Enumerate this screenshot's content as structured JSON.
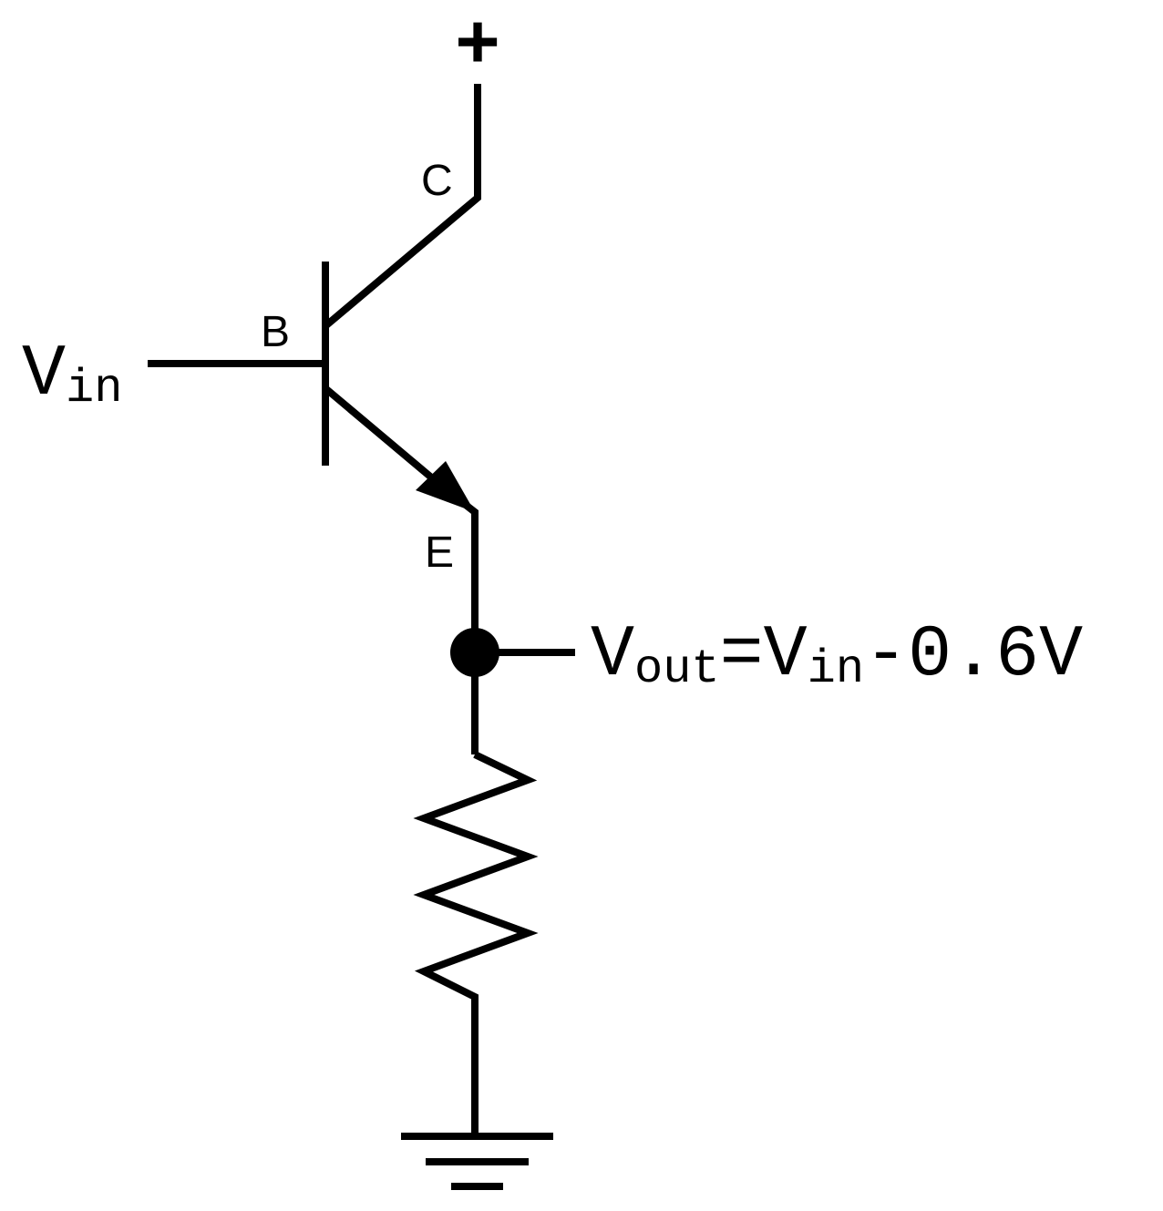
{
  "labels": {
    "supply": "+",
    "collector": "C",
    "base": "B",
    "emitter": "E"
  },
  "input": {
    "symbol": "V",
    "subscript": "in"
  },
  "output": {
    "symbol": "V",
    "subscript": "out",
    "equals": "=",
    "rhs_symbol": "V",
    "rhs_subscript": "in",
    "rhs_rest": "-0.6V"
  },
  "colors": {
    "ink": "#000000",
    "background": "#ffffff"
  }
}
